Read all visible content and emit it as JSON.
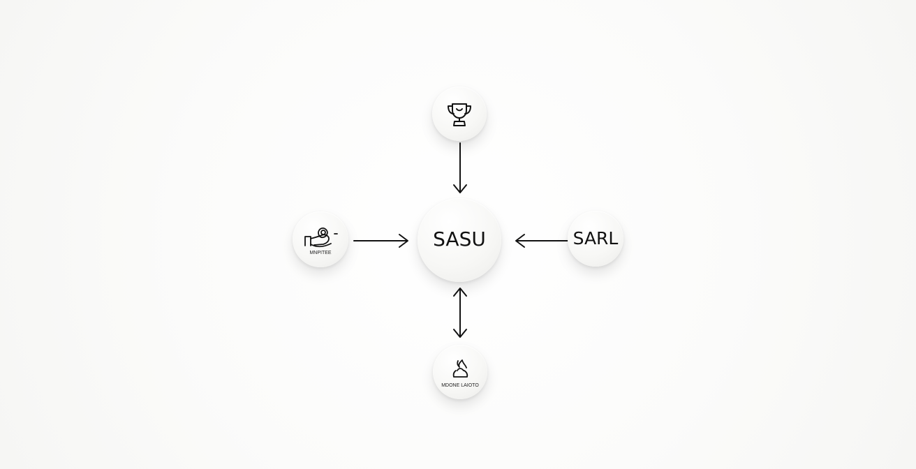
{
  "diagram": {
    "center": {
      "label": "SASU"
    },
    "right": {
      "label": "SARL"
    },
    "left": {
      "label": "MNPITEE",
      "icon": "hand-holding-target-icon"
    },
    "top": {
      "icon": "trophy-icon"
    },
    "bottom": {
      "label": "MDONE LAIOTO",
      "icon": "flame-bag-icon"
    }
  }
}
